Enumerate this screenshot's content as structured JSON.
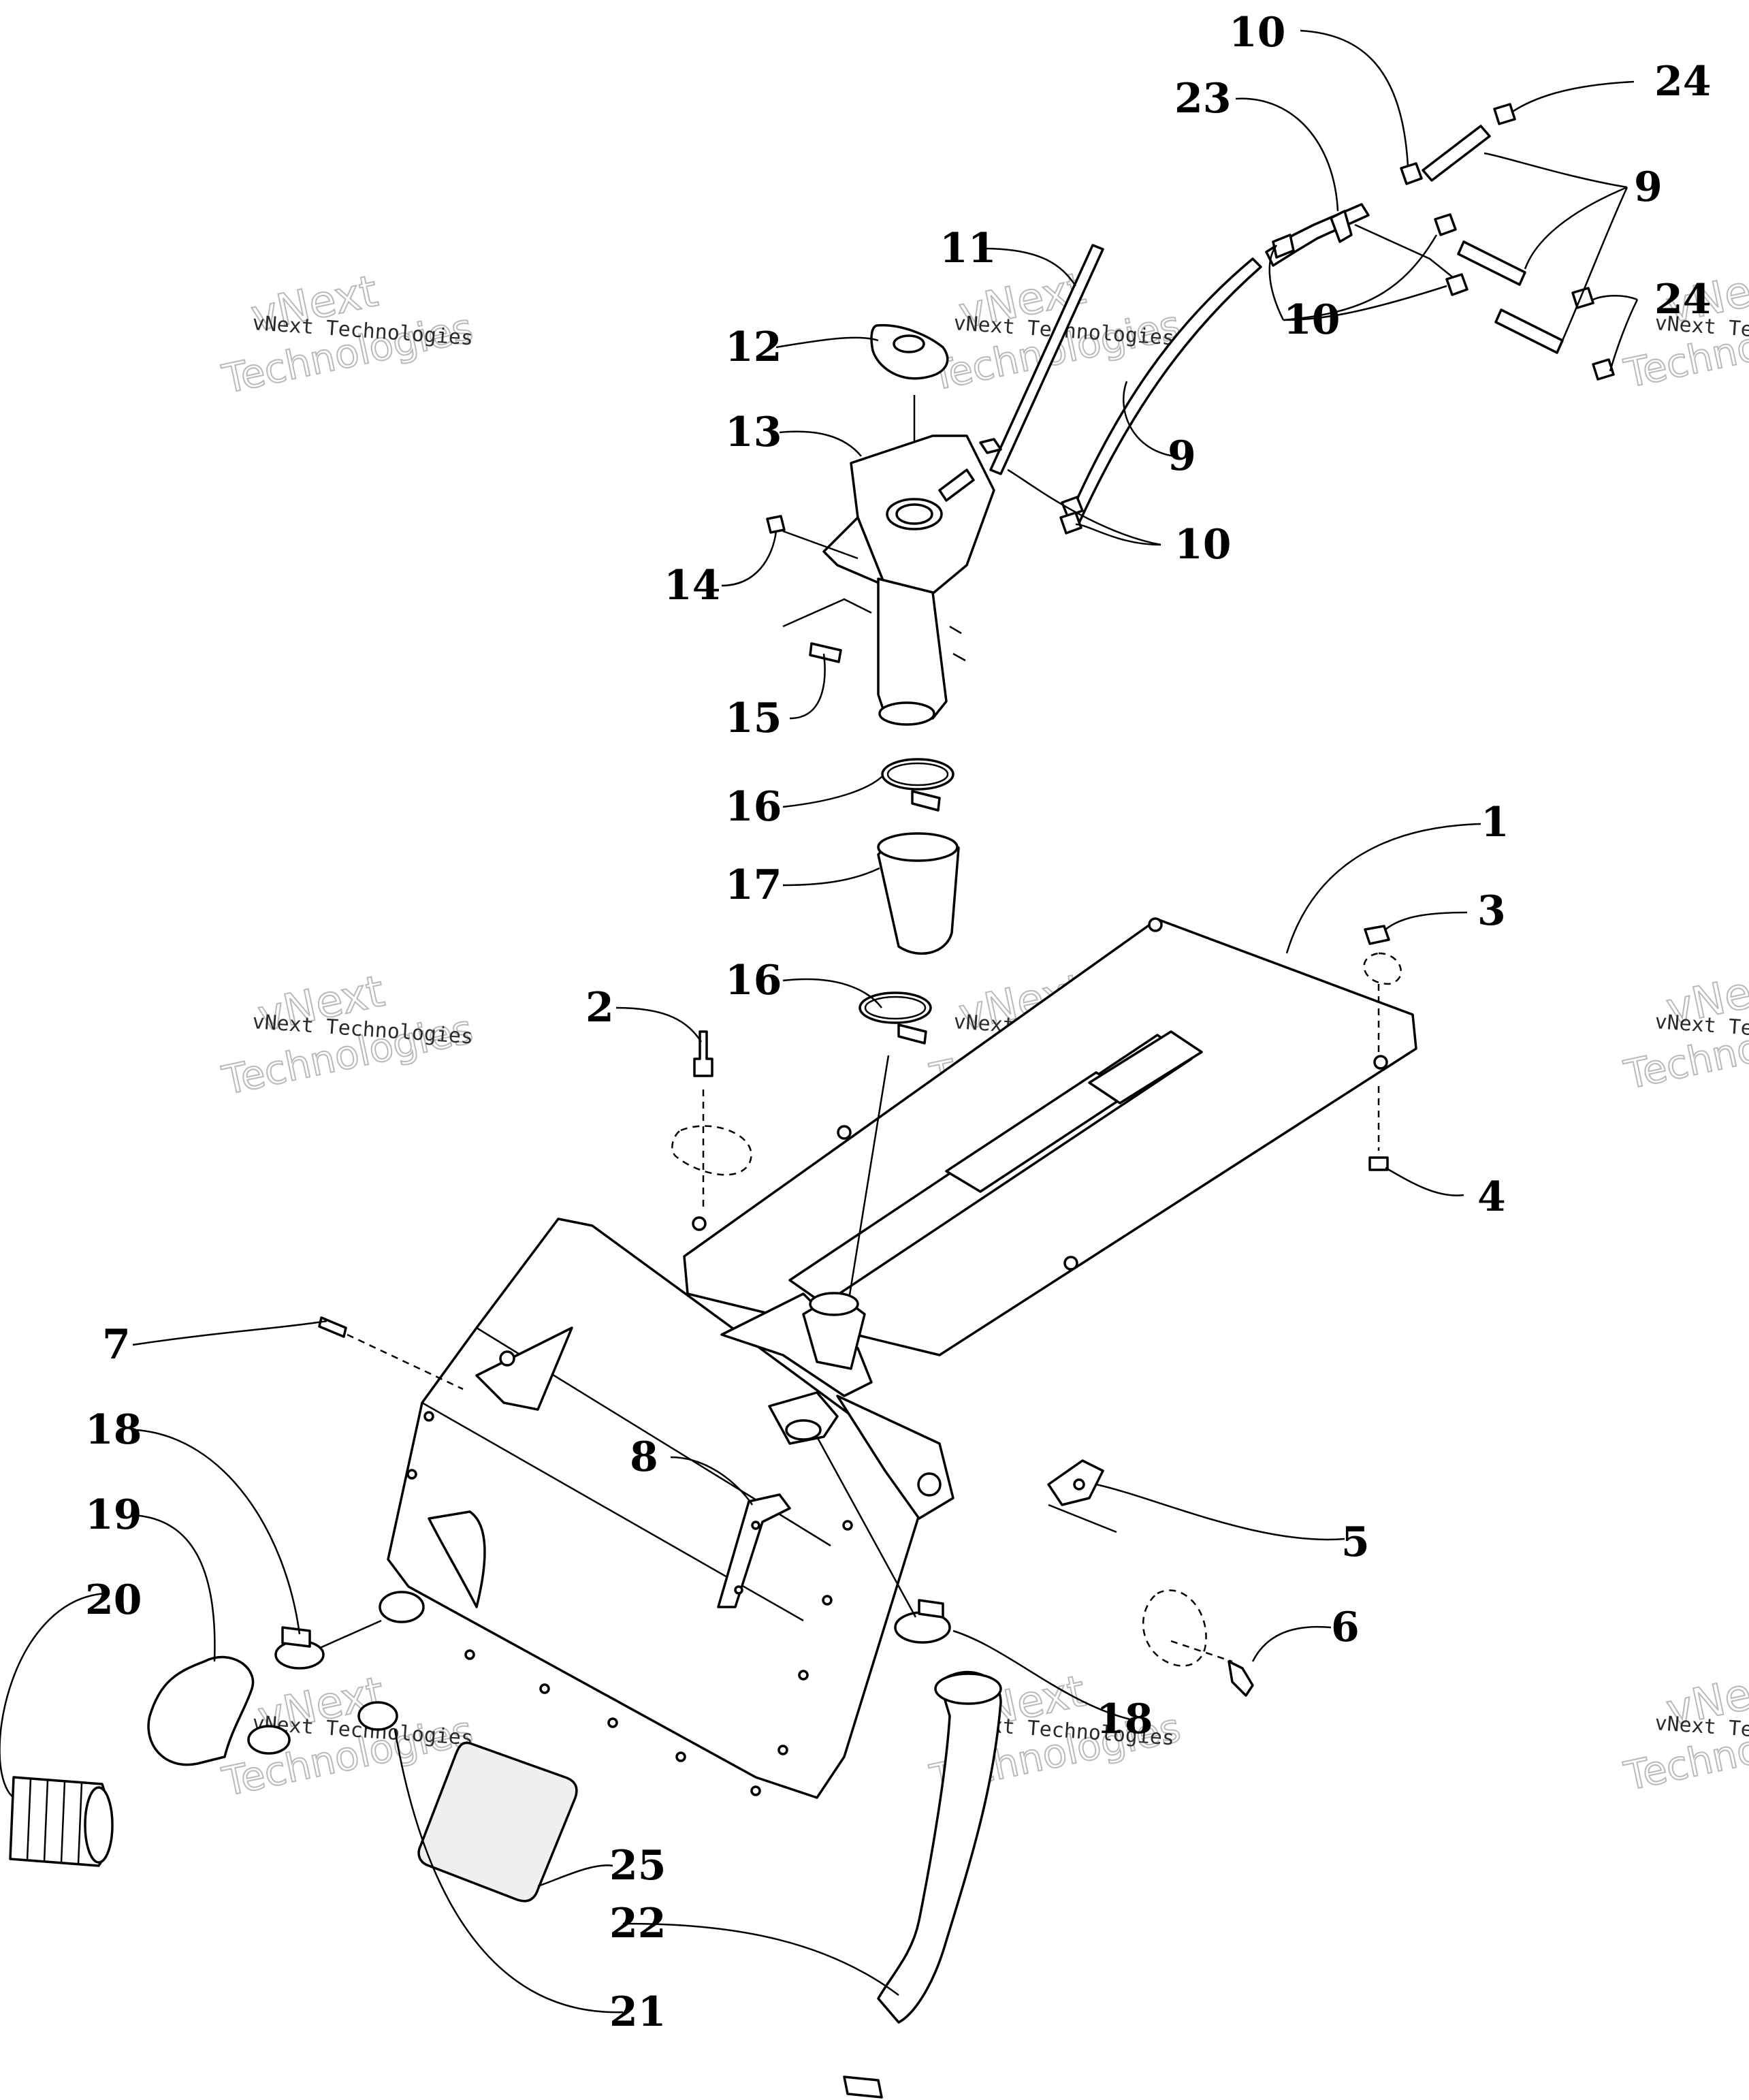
{
  "watermark": {
    "small_text": "vNext Technologies",
    "big_line1": "vNext",
    "big_line2": "Technologies"
  },
  "callouts": [
    "1",
    "2",
    "3",
    "4",
    "5",
    "6",
    "7",
    "8",
    "9",
    "9",
    "10",
    "10",
    "10",
    "11",
    "12",
    "13",
    "14",
    "15",
    "16",
    "16",
    "17",
    "18",
    "18",
    "19",
    "20",
    "21",
    "22",
    "23",
    "24",
    "24",
    "25"
  ]
}
